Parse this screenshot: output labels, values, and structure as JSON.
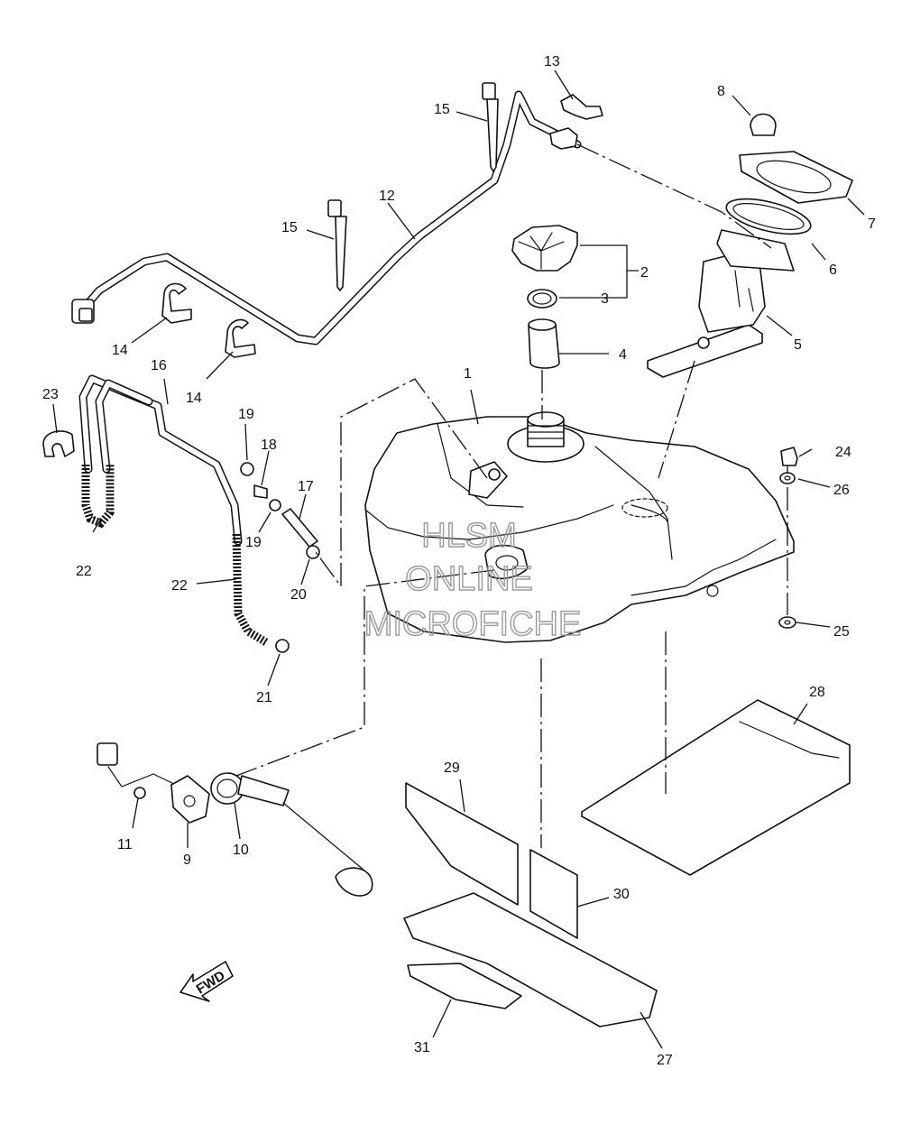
{
  "watermark": {
    "line1": "HLSM",
    "line2": "ONLINE",
    "line3": "MICROFICHE"
  },
  "fwd_label": "FWD",
  "callouts": {
    "c1": "1",
    "c2": "2",
    "c3": "3",
    "c4": "4",
    "c5": "5",
    "c6": "6",
    "c7": "7",
    "c8": "8",
    "c9": "9",
    "c10": "10",
    "c11": "11",
    "c12": "12",
    "c13": "13",
    "c14a": "14",
    "c14b": "14",
    "c15a": "15",
    "c15b": "15",
    "c16": "16",
    "c17": "17",
    "c18": "18",
    "c19a": "19",
    "c19b": "19",
    "c20": "20",
    "c21": "21",
    "c22a": "22",
    "c22b": "22",
    "c23": "23",
    "c24": "24",
    "c25": "25",
    "c26": "26",
    "c27": "27",
    "c28": "28",
    "c29": "29",
    "c30": "30",
    "c31": "31"
  }
}
